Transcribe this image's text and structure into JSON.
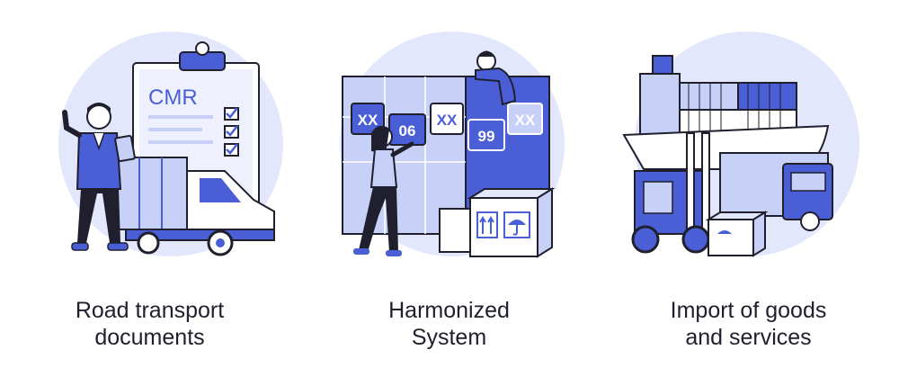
{
  "colors": {
    "blue": "#4a5fd6",
    "light_blue": "#c7d0f7",
    "pale_blue": "#e3e7fc",
    "ink": "#1f1f2e"
  },
  "panels": [
    {
      "illustration": {
        "document_title": "CMR",
        "icons": [
          "clipboard-icon",
          "checkbox-icon",
          "truck-icon",
          "man-icon",
          "tablet-icon"
        ]
      },
      "caption": [
        "Road transport",
        "documents"
      ]
    },
    {
      "illustration": {
        "codes": [
          "XX",
          "06",
          "XX",
          "99",
          "XX"
        ],
        "icons": [
          "code-board-icon",
          "woman-icon",
          "worker-icon",
          "box-icon",
          "umbrella-icon",
          "this-way-up-icon"
        ]
      },
      "caption": [
        "Harmonized",
        "System"
      ]
    },
    {
      "illustration": {
        "icons": [
          "cargo-ship-icon",
          "container-icon",
          "forklift-icon",
          "truck-icon",
          "box-icon"
        ]
      },
      "caption": [
        "Import of goods",
        "and services"
      ]
    }
  ]
}
